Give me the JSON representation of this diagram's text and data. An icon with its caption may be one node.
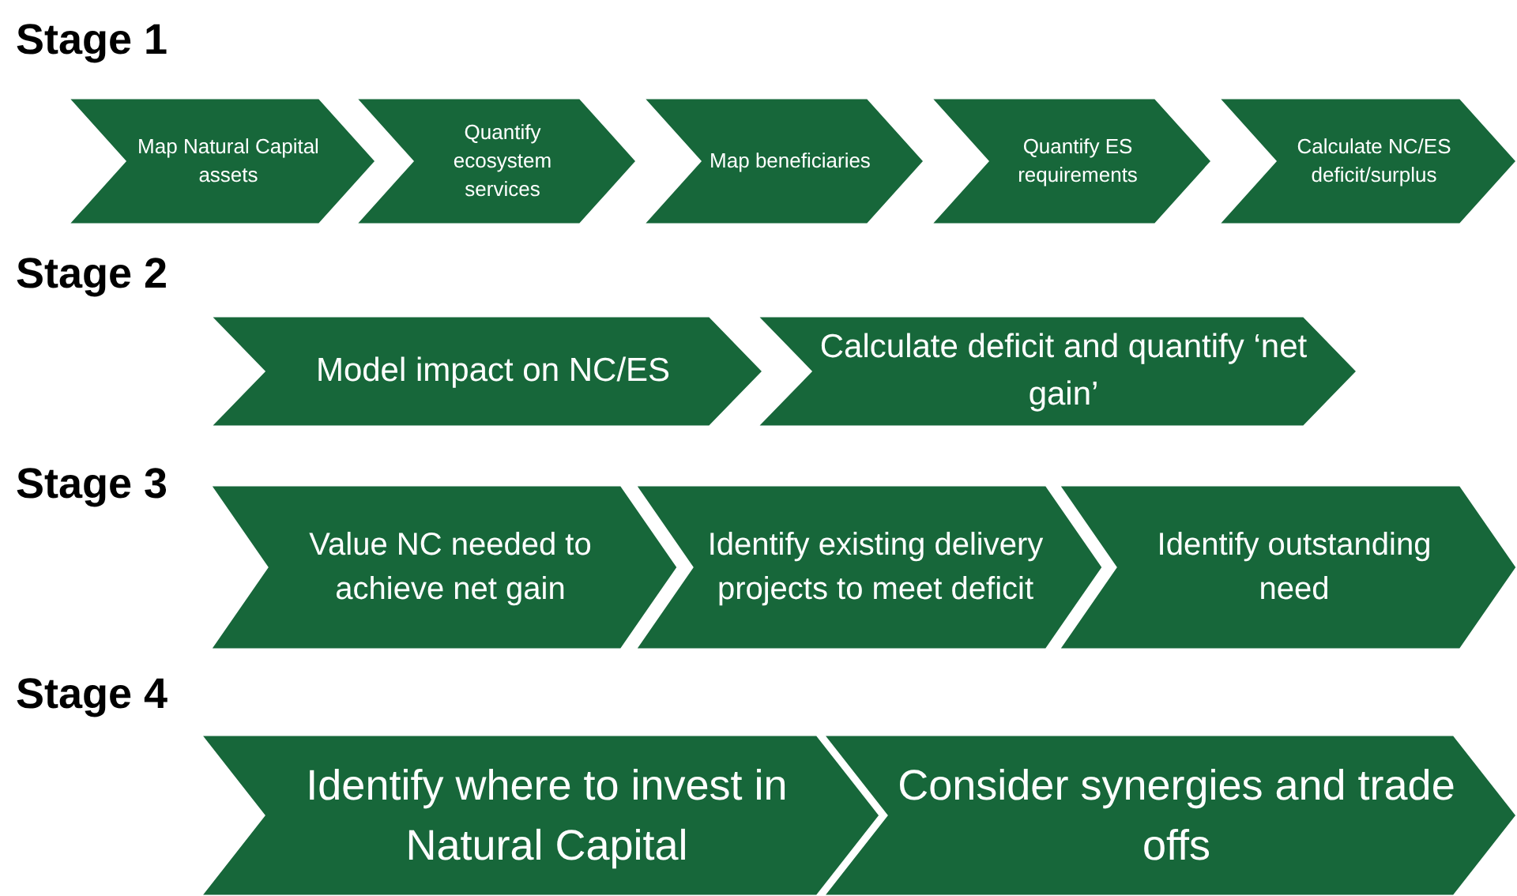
{
  "diagram": {
    "nodes": [
      {
        "text": [
          "Map Natural Capital assets"
        ]
      },
      {
        "text": [
          "Quantify ecosystem services"
        ]
      },
      {
        "text": [
          "Map beneficiaries"
        ]
      },
      {
        "text": [
          "Quantify ES requirements"
        ]
      },
      {
        "text": [
          "Calculate NC/ES deficit/surplus"
        ]
      },
      {
        "text": [
          "Model impact on NC/ES"
        ]
      },
      {
        "text": [
          "Calculate deficit and quantify ‘net gain’"
        ]
      },
      {
        "text": [
          "Value NC needed to achieve net gain"
        ]
      },
      {
        "text": [
          "Identify existing delivery projects to meet deficit"
        ]
      },
      {
        "text": [
          "Identify outstanding need"
        ]
      },
      {
        "text": [
          "Identify where to invest in Natural Capital"
        ]
      },
      {
        "text": [
          "Consider synergies and trade offs"
        ]
      }
    ],
    "labels": [
      "Stage 1",
      "Stage 2",
      "Stage 3",
      "Stage 4"
    ]
  }
}
